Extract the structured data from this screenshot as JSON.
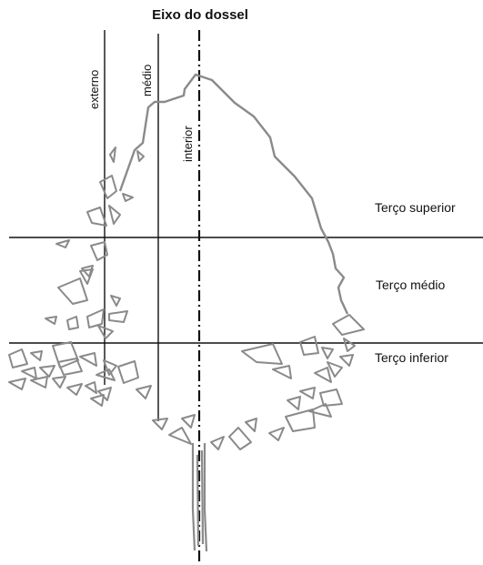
{
  "diagram": {
    "title": "Eixo do dossel",
    "thirds": {
      "upper": "Terço superior",
      "middle": "Terço médio",
      "lower": "Terço inferior"
    },
    "zones": {
      "external": "externo",
      "middle": "médio",
      "interior": "interior"
    }
  },
  "colors": {
    "outline": "#8a8a8a",
    "lines": "#111111",
    "background": "#ffffff"
  }
}
